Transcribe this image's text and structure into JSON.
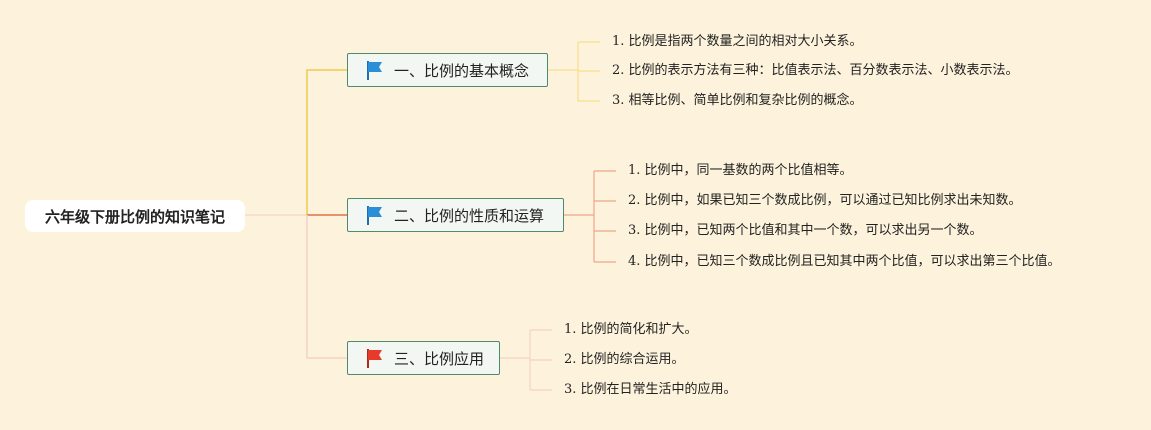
{
  "root": {
    "label": "六年级下册比例的知识笔记"
  },
  "colors": {
    "background": "#fdf3dc",
    "branch1_link": "#f2c94c",
    "branch2_link": "#e0704a",
    "branch3_link": "#f2c4b8",
    "branch1_flag": "#2a8fd6",
    "branch2_flag": "#2a8fd6",
    "branch3_flag": "#e83a2a"
  },
  "branches": [
    {
      "label": "一、比例的基本概念",
      "flag_icon": "blue-flag-icon",
      "leaves": [
        "1. 比例是指两个数量之间的相对大小关系。",
        "2. 比例的表示方法有三种：比值表示法、百分数表示法、小数表示法。",
        "3. 相等比例、简单比例和复杂比例的概念。"
      ]
    },
    {
      "label": "二、比例的性质和运算",
      "flag_icon": "blue-flag-icon",
      "leaves": [
        "1. 比例中，同一基数的两个比值相等。",
        "2. 比例中，如果已知三个数成比例，可以通过已知比例求出未知数。",
        "3. 比例中，已知两个比值和其中一个数，可以求出另一个数。",
        "4. 比例中，已知三个数成比例且已知其中两个比值，可以求出第三个比值。"
      ]
    },
    {
      "label": "三、比例应用",
      "flag_icon": "red-flag-icon",
      "leaves": [
        "1. 比例的简化和扩大。",
        "2. 比例的综合运用。",
        "3. 比例在日常生活中的应用。"
      ]
    }
  ]
}
